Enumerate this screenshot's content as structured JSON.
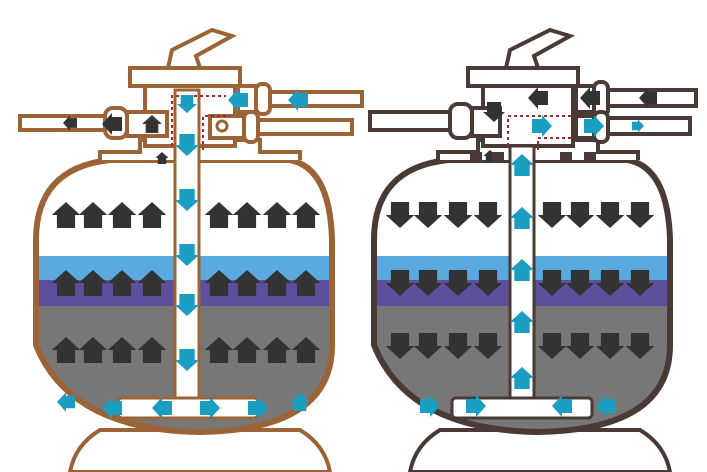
{
  "diagram": {
    "filters": [
      {
        "id": "backwash-filter",
        "outline_color": "#9c6436",
        "down_arrow_color": "#333333",
        "mode": "up-flow"
      },
      {
        "id": "filtration-filter",
        "outline_color": "#4a3a36",
        "down_arrow_color": "#333333",
        "mode": "down-flow"
      }
    ],
    "colors": {
      "water_flow": "#1a9fc2",
      "dirty_flow": "#2b2b2b",
      "light_blue_layer": "#5aa9df",
      "purple_layer": "#5c4f9c",
      "gray_layer": "#777777",
      "pipe_fill": "#ffffff",
      "dotted_route": "#a5272a"
    },
    "icons": {
      "flow_arrow": "arrow-icon",
      "handle": "lever-handle-icon"
    }
  }
}
